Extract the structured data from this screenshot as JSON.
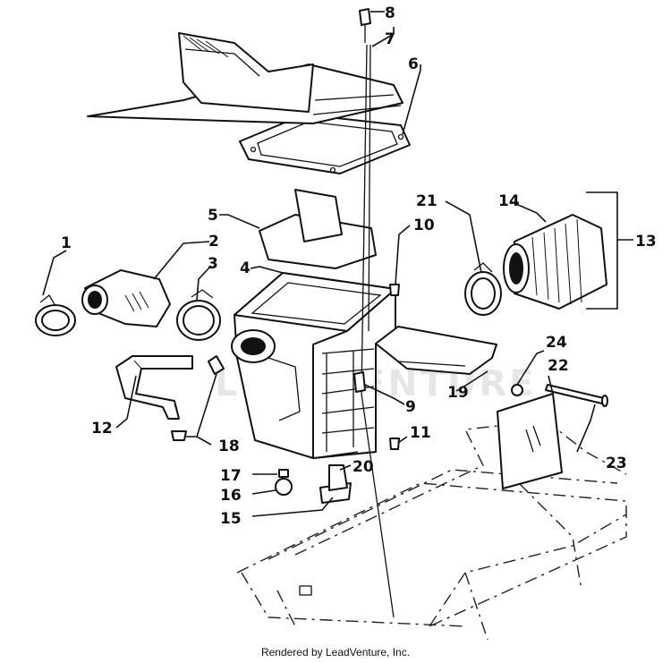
{
  "credit": "Rendered by LeadVenture, Inc.",
  "watermark": "LEADVENTURE",
  "callouts": [
    "1",
    "2",
    "3",
    "4",
    "5",
    "6",
    "7",
    "8",
    "9",
    "10",
    "11",
    "12",
    "13",
    "14",
    "15",
    "16",
    "17",
    "18",
    "19",
    "20",
    "21",
    "22",
    "23",
    "24"
  ]
}
